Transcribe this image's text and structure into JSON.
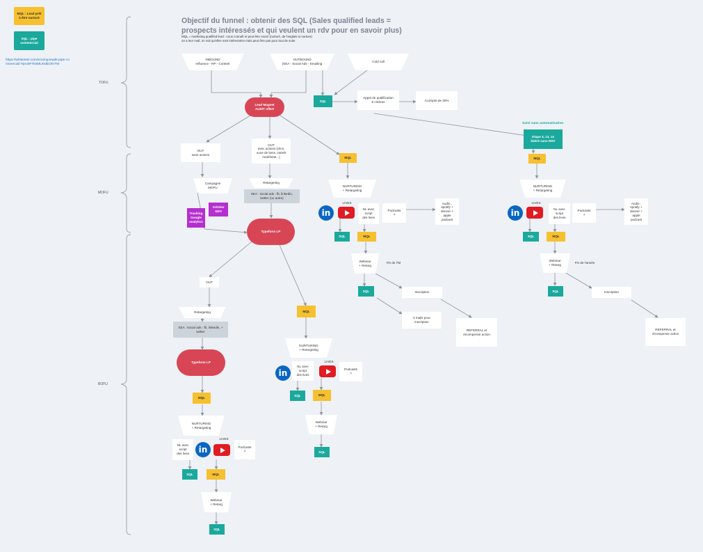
{
  "legend": {
    "mql": "MQL : Lead prêt\nà être nurturé",
    "sql": "SQL : pipe\ncommercial",
    "link": "https://whiteintel.com/scoring-leads-pipe-commercial/\n#pro0FTk0MUHdEOtVTM"
  },
  "title": "Objectif du funnel : obtenir des SQL (Sales qualified leads =\nprospects intéressés et qui veulent un rdv pour en savoir plus)",
  "subtitle": "MQL = marketing qualified lead : nous connaît et peut être nourri (nurturé, de l'anglais to nurture)\non a leur mail, on voit qu'elles sont intéressées mais peut être pas pour tout de suite",
  "tiers": {
    "tofu": "TOFU",
    "mofu": "MOFU",
    "bofu": "BOFU"
  },
  "nodes": {
    "inbound": "INBOUND\nInfluence - RP - Content",
    "outbound": "OUTBOUND\n(SEA - Social Ads - Emailing",
    "coldcall": "Cold call",
    "leadmagnet": "Lead Magnet\nAUDIT offert",
    "sql_cold": "SQL",
    "appel": "Appel de qualification\n6 critères",
    "acompte": "Acompte de 30%",
    "suivi_label": "Suivi sans automatisation",
    "etape": "Etape 3, 13, 14\nbâtiré sans RDV",
    "out_sans": "OUT\nsans actions",
    "out_avec": "OUT\navec actions (clics,\nouve de liens, intérêt\nmanifeste...)",
    "mql_right": "MQL",
    "campagne": "Campagne\nMOFU",
    "retarget1": "Retargeting",
    "sea1": "SEA : social ads : fb, linkedin,\ntwitter (ou autre)",
    "articles": "Articles\nSEO",
    "tracking": "Tracking\nGoogle\nanalytics",
    "typeform1": "Typeform LP",
    "out_mid": "OUT",
    "retarget2": "Retargeting",
    "sea2": "SEA : social ads : fb, linkedin, +\ntwitter",
    "typeform2": "Typeform LP",
    "mql_left": "MQL",
    "mql_center": "MQL",
    "mql_far": "MQL"
  },
  "nurture": {
    "title": "NURTURING\n+ Retargeting",
    "nl": "NL avec\nscript\ndes lives",
    "lives": "LIVES",
    "podcasts": "Podcasts\n?",
    "sql": "SQL",
    "mql": "MQL",
    "webinar": "Webinar\n+ Retarg",
    "audio": "Audio ,\nspotify +\ndeezer +\napple\npodcast",
    "fin_nl": "Fin de l'NI",
    "fin_annee": "Fin de l'année",
    "inscription": "Inscription",
    "mails": "3 mails pour\ninscription",
    "referral": "REFERRAL et\nrécompense action"
  },
  "colors": {
    "mql": "#f6c02f",
    "sql": "#1aa99c",
    "pill": "#d84656",
    "purple": "#b52fd0",
    "linkedin": "#0a66c2",
    "youtube": "#e01b22"
  },
  "icons": {
    "linkedin": "linkedin-icon",
    "youtube": "youtube-icon"
  }
}
